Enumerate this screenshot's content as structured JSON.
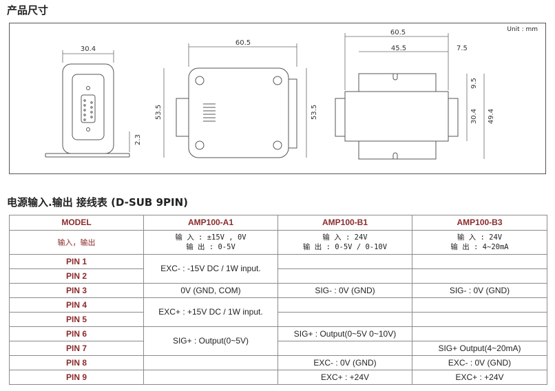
{
  "section1_title": "产品尺寸",
  "section2_title": "电源输入.输出 接线表 (D-SUB 9PIN)",
  "drawing": {
    "unit": "Unit : mm",
    "dims": {
      "v1_width": "30.4",
      "v1_small": "2.3",
      "v2_width": "60.5",
      "v2_height": "53.5",
      "v2_height_b": "53.5",
      "v3_total": "60.5",
      "v3_inner": "45.5",
      "v3_tab": "7.5",
      "v3_h1": "9.5",
      "v3_h2": "30.4",
      "v3_h3": "49.4"
    }
  },
  "table": {
    "headers": [
      "MODEL",
      "AMP100-A1",
      "AMP100-B1",
      "AMP100-B3"
    ],
    "io": {
      "label": "输入，输出",
      "a1_line1": "输 入 : ±15V , 0V",
      "a1_line2": "输 出 : 0-5V",
      "b1_line1": "输 入 : 24V",
      "b1_line2": "输 出 : 0-5V / 0-10V",
      "b3_line1": "输 入 : 24V",
      "b3_line2": "输 出 : 4~20mA"
    },
    "pins": [
      "PIN 1",
      "PIN 2",
      "PIN 3",
      "PIN 4",
      "PIN 5",
      "PIN 6",
      "PIN 7",
      "PIN 8",
      "PIN 9"
    ],
    "a1": {
      "pin12": "EXC- : -15V DC / 1W input.",
      "pin3": "0V (GND, COM)",
      "pin45": "EXC+ : +15V DC / 1W input.",
      "pin67": "SIG+ : Output(0~5V)"
    },
    "b1": {
      "pin3": "SIG- : 0V (GND)",
      "pin6": "SIG+ : Output(0~5V 0~10V)",
      "pin8": "EXC- : 0V (GND)",
      "pin9": "EXC+ : +24V"
    },
    "b3": {
      "pin3": "SIG- : 0V (GND)",
      "pin7": "SIG+ Output(4~20mA)",
      "pin8": "EXC- : 0V (GND)",
      "pin9": "EXC+ : +24V"
    }
  }
}
